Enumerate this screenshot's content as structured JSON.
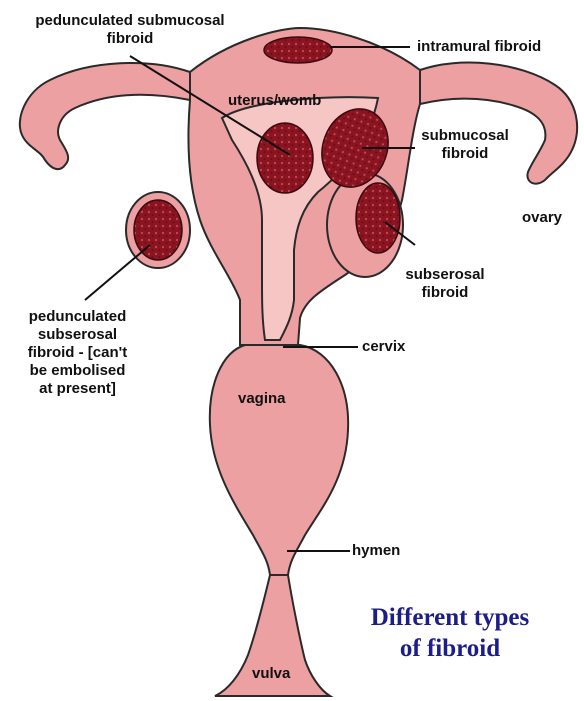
{
  "labels": {
    "pedunculated_submucosal_1": "pedunculated submucosal",
    "pedunculated_submucosal_2": "fibroid",
    "intramural": "intramural fibroid",
    "uterus": "uterus/womb",
    "submucosal_1": "submucosal",
    "submucosal_2": "fibroid",
    "ovary": "ovary",
    "subserosal_1": "subserosal",
    "subserosal_2": "fibroid",
    "ped_subserosal_1": "pedunculated",
    "ped_subserosal_2": "subserosal",
    "ped_subserosal_3": "fibroid - [can't",
    "ped_subserosal_4": "be embolised",
    "ped_subserosal_5": "at  present]",
    "cervix": "cervix",
    "vagina": "vagina",
    "hymen": "hymen",
    "vulva": "vulva"
  },
  "caption": {
    "line1": "Different types",
    "line2": "of fibroid"
  },
  "colors": {
    "tissue": "#eda0a2",
    "tissue_light": "#f6c6c4",
    "outline": "#2a2a2a",
    "fibroid": "#8a1420",
    "fibroid_spot": "#c2485a",
    "caption": "#1c1c8a"
  }
}
